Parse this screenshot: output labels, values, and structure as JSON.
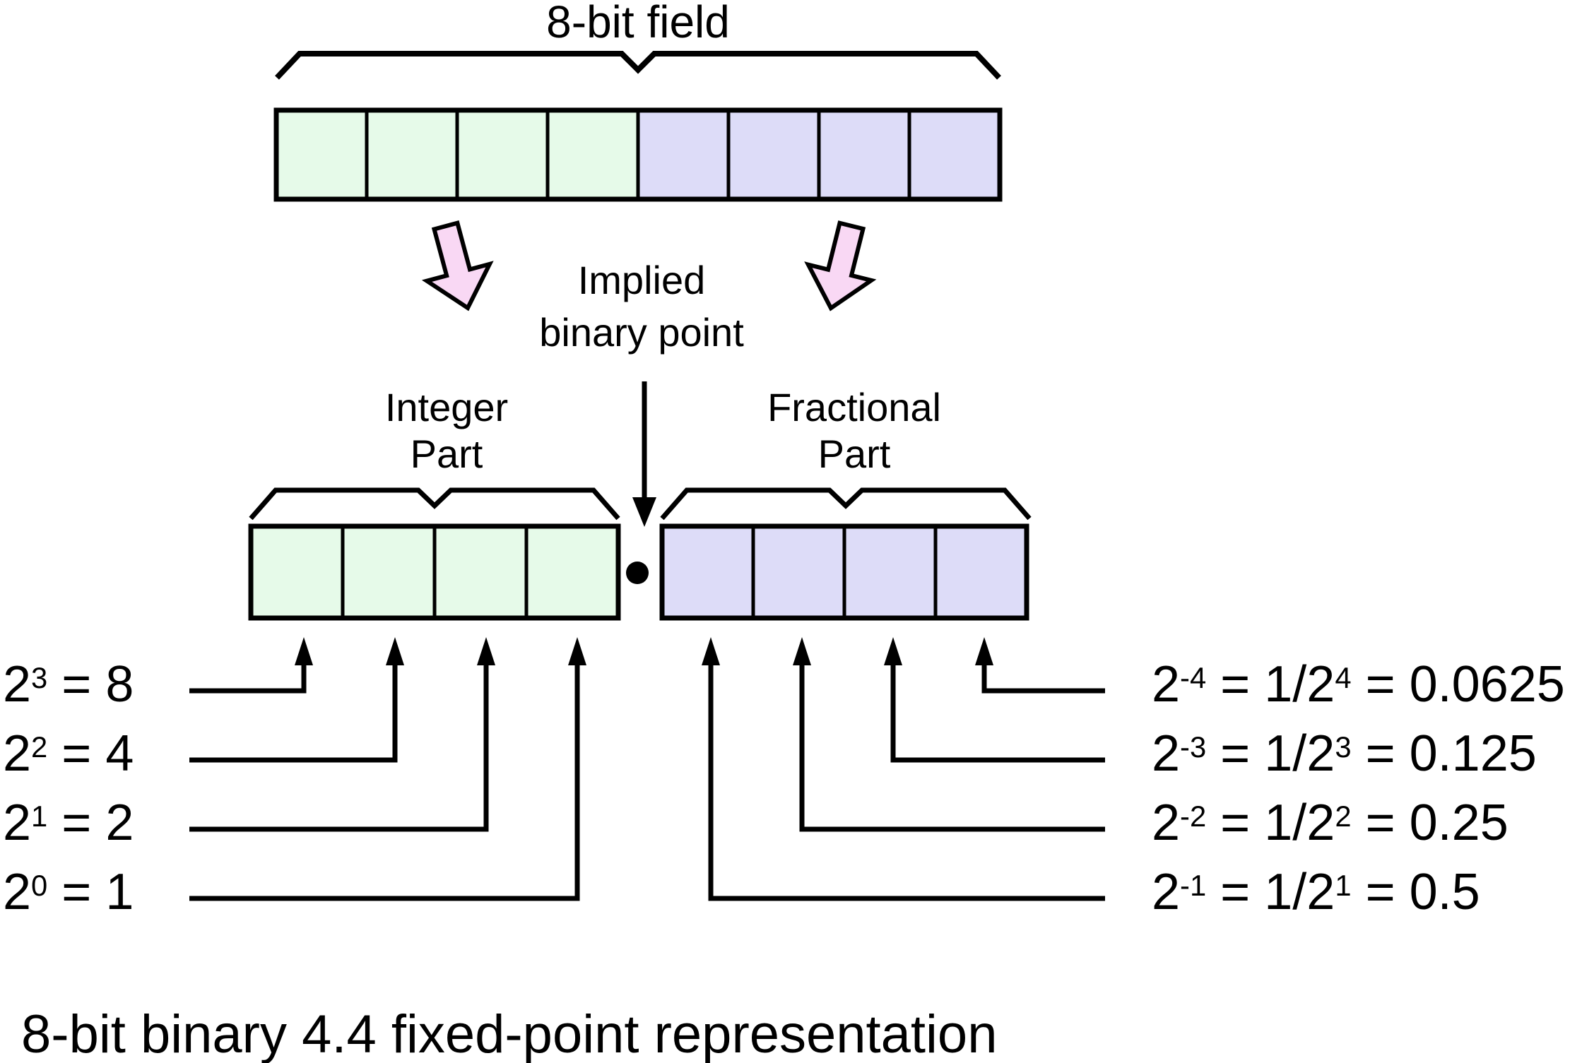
{
  "diagram": {
    "field_label": "8-bit field",
    "implied_point": {
      "line1": "Implied",
      "line2": "binary point"
    },
    "integer_part": {
      "line1": "Integer",
      "line2": "Part"
    },
    "fractional_part": {
      "line1": "Fractional",
      "line2": "Part"
    },
    "caption": "8-bit binary 4.4 fixed-point representation",
    "bits": {
      "total": 8,
      "integer": 4,
      "fractional": 4
    },
    "colors": {
      "integer_cell": "#e6fae9",
      "fractional_cell": "#dddcf8",
      "block_arrow": "#f9d8f4",
      "line": "#000000"
    },
    "integer_weights": [
      {
        "base": "2",
        "exponent": "3",
        "rest": " = 8"
      },
      {
        "base": "2",
        "exponent": "2",
        "rest": " = 4"
      },
      {
        "base": "2",
        "exponent": "1",
        "rest": " = 2"
      },
      {
        "base": "2",
        "exponent": "0",
        "rest": " = 1"
      }
    ],
    "fractional_weights": [
      {
        "base": "2",
        "exponent": "-4",
        "mid": " = 1/2",
        "mid_exponent": "4",
        "rest": " = 0.0625"
      },
      {
        "base": "2",
        "exponent": "-3",
        "mid": " = 1/2",
        "mid_exponent": "3",
        "rest": " = 0.125"
      },
      {
        "base": "2",
        "exponent": "-2",
        "mid": " = 1/2",
        "mid_exponent": "2",
        "rest": " = 0.25"
      },
      {
        "base": "2",
        "exponent": "-1",
        "mid": " = 1/2",
        "mid_exponent": "1",
        "rest": " = 0.5"
      }
    ]
  }
}
